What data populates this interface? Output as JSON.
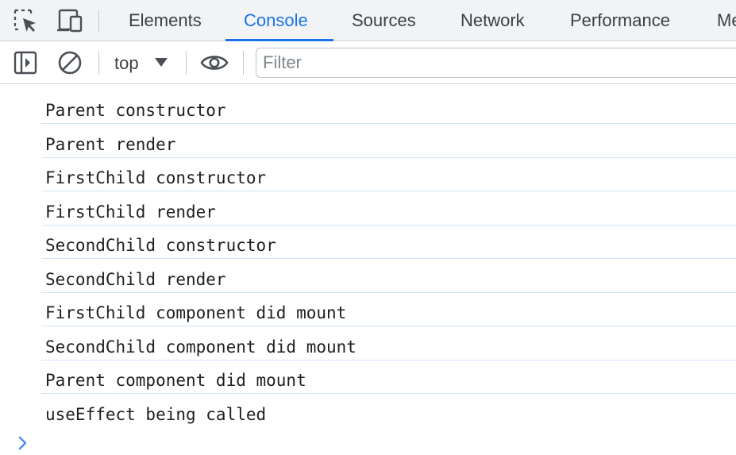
{
  "tabbar": {
    "inspect_icon": "select-element-icon",
    "device_icon": "device-toolbar-icon",
    "tabs": [
      {
        "label": "Elements",
        "active": false
      },
      {
        "label": "Console",
        "active": true
      },
      {
        "label": "Sources",
        "active": false
      },
      {
        "label": "Network",
        "active": false
      },
      {
        "label": "Performance",
        "active": false
      },
      {
        "label": "Me",
        "active": false
      }
    ],
    "accent_color": "#1a73e8"
  },
  "toolbar": {
    "sidebar_icon": "show-sidebar-icon",
    "clear_icon": "clear-console-icon",
    "context": "top",
    "eye_icon": "live-expression-icon",
    "filter_placeholder": "Filter",
    "filter_value": ""
  },
  "console": {
    "messages": [
      "Parent constructor",
      "Parent render",
      "FirstChild constructor",
      "FirstChild render",
      "SecondChild constructor",
      "SecondChild render",
      "FirstChild component did mount",
      "SecondChild component did mount",
      "Parent component did mount",
      "useEffect being called"
    ],
    "prompt_icon": "chevron-right-icon"
  }
}
